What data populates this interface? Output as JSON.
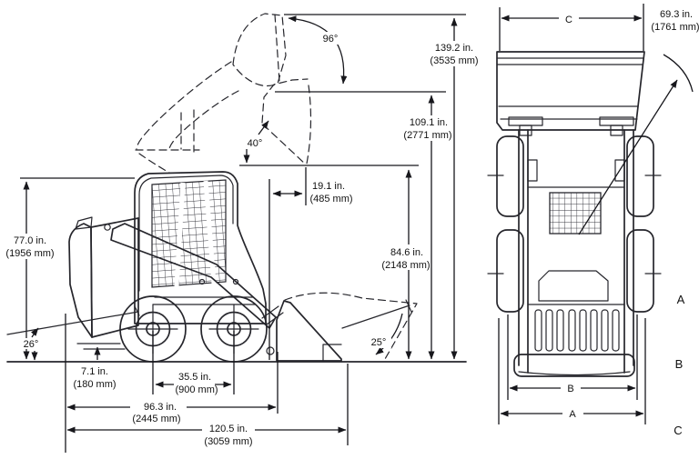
{
  "diagram": {
    "accent_ink": "#26262c",
    "background": "#ffffff"
  },
  "side": {
    "angle_rollback": "96°",
    "angle_dump_raised": "40°",
    "angle_departure": "26°",
    "angle_dump": "25°",
    "max_height_in": "139.2 in.",
    "max_height_mm": "(3535 mm)",
    "raised_pin_height_in": "109.1 in.",
    "raised_pin_height_mm": "(2771 mm)",
    "dump_clearance_in": "84.6 in.",
    "dump_clearance_mm": "(2148 mm)",
    "cab_height_in": "77.0 in.",
    "cab_height_mm": "(1956 mm)",
    "reach_in": "19.1 in.",
    "reach_mm": "(485 mm)",
    "ground_clearance_in": "7.1 in.",
    "ground_clearance_mm": "(180 mm)",
    "wheelbase_in": "35.5 in.",
    "wheelbase_mm": "(900 mm)",
    "length_in": "96.3 in.",
    "length_mm": "(2445 mm)",
    "overall_length_in": "120.5 in.",
    "overall_length_mm": "(3059 mm)"
  },
  "top": {
    "radius_in": "69.3 in.",
    "radius_mm": "(1761 mm)",
    "dim_c": "C",
    "dim_b": "B",
    "dim_a": "A"
  },
  "legend": {
    "a": "A",
    "b": "B",
    "c": "C"
  }
}
